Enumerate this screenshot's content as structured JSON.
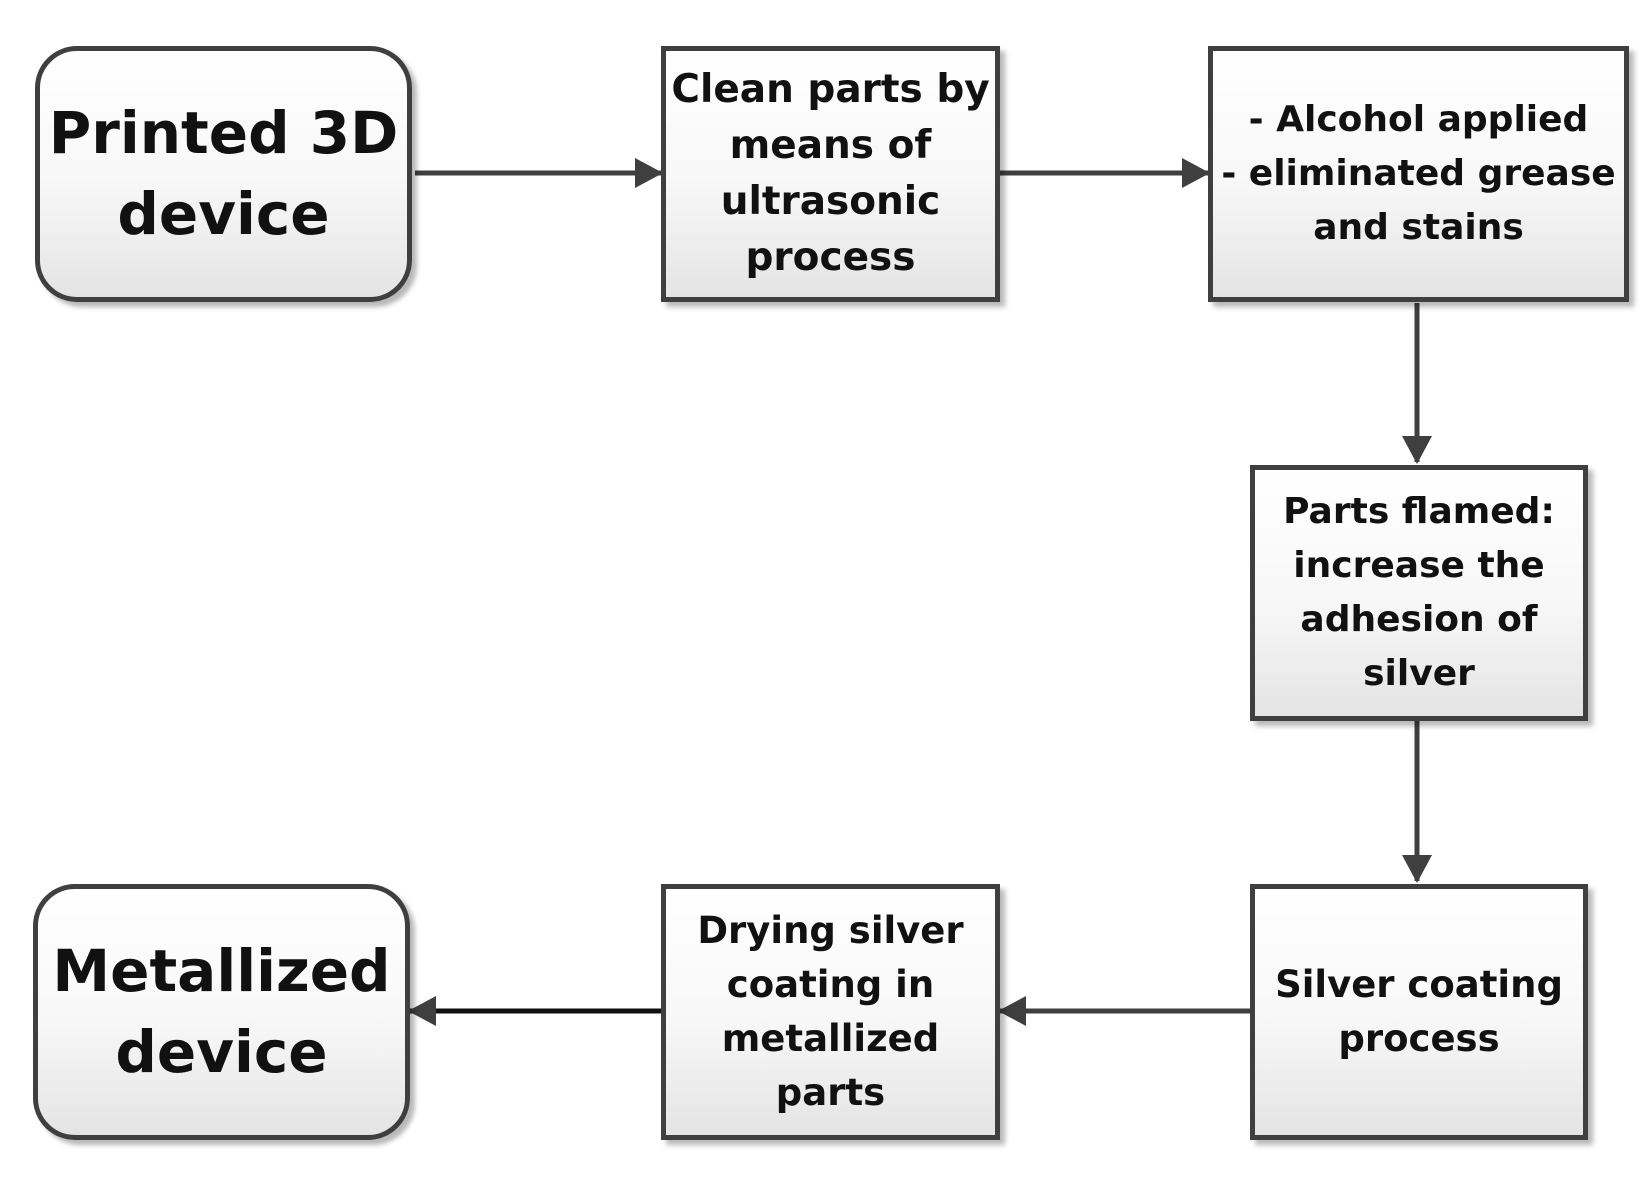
{
  "diagram": {
    "nodes": [
      {
        "id": "printed",
        "text": "Printed 3D\ndevice"
      },
      {
        "id": "clean",
        "text": "Clean parts by\nmeans of\nultrasonic\nprocess"
      },
      {
        "id": "alcohol",
        "text": "- Alcohol applied\n- eliminated grease\nand stains"
      },
      {
        "id": "flamed",
        "text": "Parts flamed:\nincrease the\nadhesion of\nsilver"
      },
      {
        "id": "silver",
        "text": "Silver coating\nprocess"
      },
      {
        "id": "drying",
        "text": "Drying silver\ncoating in\nmetallized\nparts"
      },
      {
        "id": "metallized",
        "text": "Metallized\ndevice"
      }
    ],
    "edges": [
      {
        "from": "printed",
        "to": "clean"
      },
      {
        "from": "clean",
        "to": "alcohol"
      },
      {
        "from": "alcohol",
        "to": "flamed"
      },
      {
        "from": "flamed",
        "to": "silver"
      },
      {
        "from": "silver",
        "to": "drying"
      },
      {
        "from": "drying",
        "to": "metallized"
      }
    ],
    "colors": {
      "border": "#3f3f3f",
      "arrow": "#3f3f3f",
      "text": "#111111"
    }
  }
}
